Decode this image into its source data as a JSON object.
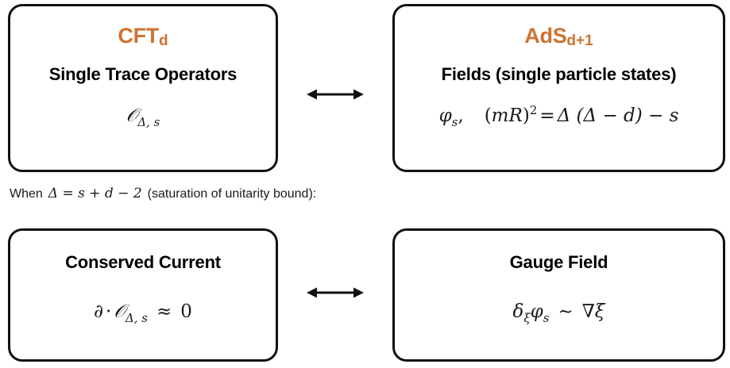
{
  "figure": {
    "type": "correspondence-diagram",
    "accent_color": "#cf7231",
    "border_color": "#111111",
    "background": "#ffffff"
  },
  "row1": {
    "left_panel": {
      "title_main": "CFT",
      "title_sub": "d",
      "subtitle": "Single Trace Operators",
      "formula_plain": "ᵊΔ,s",
      "formula": {
        "symbol": "𝒪",
        "subscript": "Δ, s"
      }
    },
    "right_panel": {
      "title_main": "AdS",
      "title_sub": "d+1",
      "subtitle": "Fields (single particle states)",
      "formula_plain": "φs ,   (mR)² = Δ (Δ − d) − s",
      "formula": {
        "field": "φ",
        "field_subscript": "s",
        "comma": ",",
        "lhs_open": "(",
        "mass": "mR",
        "lhs_close": ")",
        "exponent": "2",
        "equals": "=",
        "rhs": "Δ (Δ − d) − s"
      }
    },
    "arrow": "double-headed-arrow"
  },
  "caption": {
    "lead": "When",
    "condition": "Δ = s + d − 2",
    "trail": "(saturation of unitarity bound):",
    "full_text": "When Δ = s + d − 2 (saturation of unitarity bound):"
  },
  "row2": {
    "left_panel": {
      "subtitle": "Conserved Current",
      "formula_plain": "∂ · ᵊΔ,s ≈ 0",
      "formula": {
        "derivative": "∂",
        "dot": "·",
        "symbol": "𝒪",
        "subscript": "Δ, s",
        "relation": "≈",
        "rhs": "0"
      }
    },
    "right_panel": {
      "subtitle": "Gauge Field",
      "formula_plain": "δξ φs ~ ∇ξ",
      "formula": {
        "variation": "δ",
        "variation_subscript": "ξ",
        "field": "φ",
        "field_subscript": "s",
        "relation": "∼",
        "rhs_grad": "∇",
        "rhs_param": "ξ"
      }
    },
    "arrow": "double-headed-arrow"
  }
}
